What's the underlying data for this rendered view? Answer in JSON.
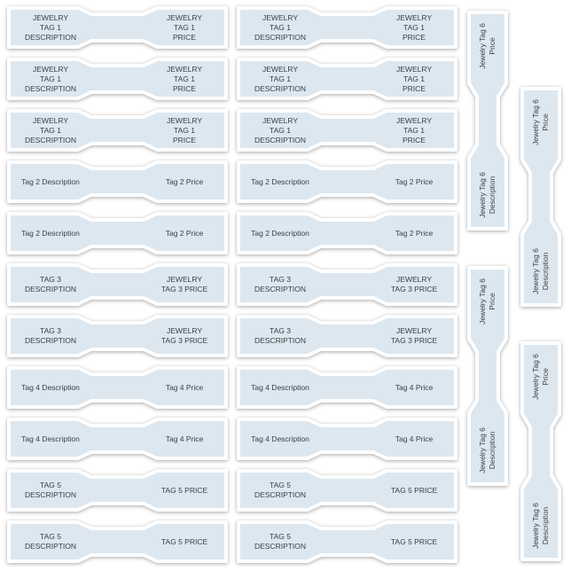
{
  "horizontal_tags": [
    {
      "description": "JEWELRY\nTAG 1\nDESCRIPTION",
      "price": "JEWELRY\nTAG 1\nPRICE"
    },
    {
      "description": "JEWELRY\nTAG 1\nDESCRIPTION",
      "price": "JEWELRY\nTAG 1\nPRICE"
    },
    {
      "description": "JEWELRY\nTAG 1\nDESCRIPTION",
      "price": "JEWELRY\nTAG 1\nPRICE"
    },
    {
      "description": "Tag 2 Description",
      "price": "Tag 2 Price"
    },
    {
      "description": "Tag 2 Description",
      "price": "Tag 2 Price"
    },
    {
      "description": "TAG 3\nDESCRIPTION",
      "price": "JEWELRY\nTAG 3 PRICE"
    },
    {
      "description": "TAG 3\nDESCRIPTION",
      "price": "JEWELRY\nTAG 3 PRICE"
    },
    {
      "description": "Tag 4 Description",
      "price": "Tag 4 Price"
    },
    {
      "description": "Tag 4 Description",
      "price": "Tag 4 Price"
    },
    {
      "description": "TAG 5\nDESCRIPTION",
      "price": "TAG 5 PRICE"
    },
    {
      "description": "TAG 5\nDESCRIPTION",
      "price": "TAG 5 PRICE"
    }
  ],
  "vertical_tag": {
    "price": "Jewelry Tag 6\nPrice",
    "description": "Jewelry Tag 6\nDescription"
  },
  "colors": {
    "tag_fill": "#dce7f0",
    "tag_border": "#ffffff",
    "text": "#3a3f44"
  }
}
